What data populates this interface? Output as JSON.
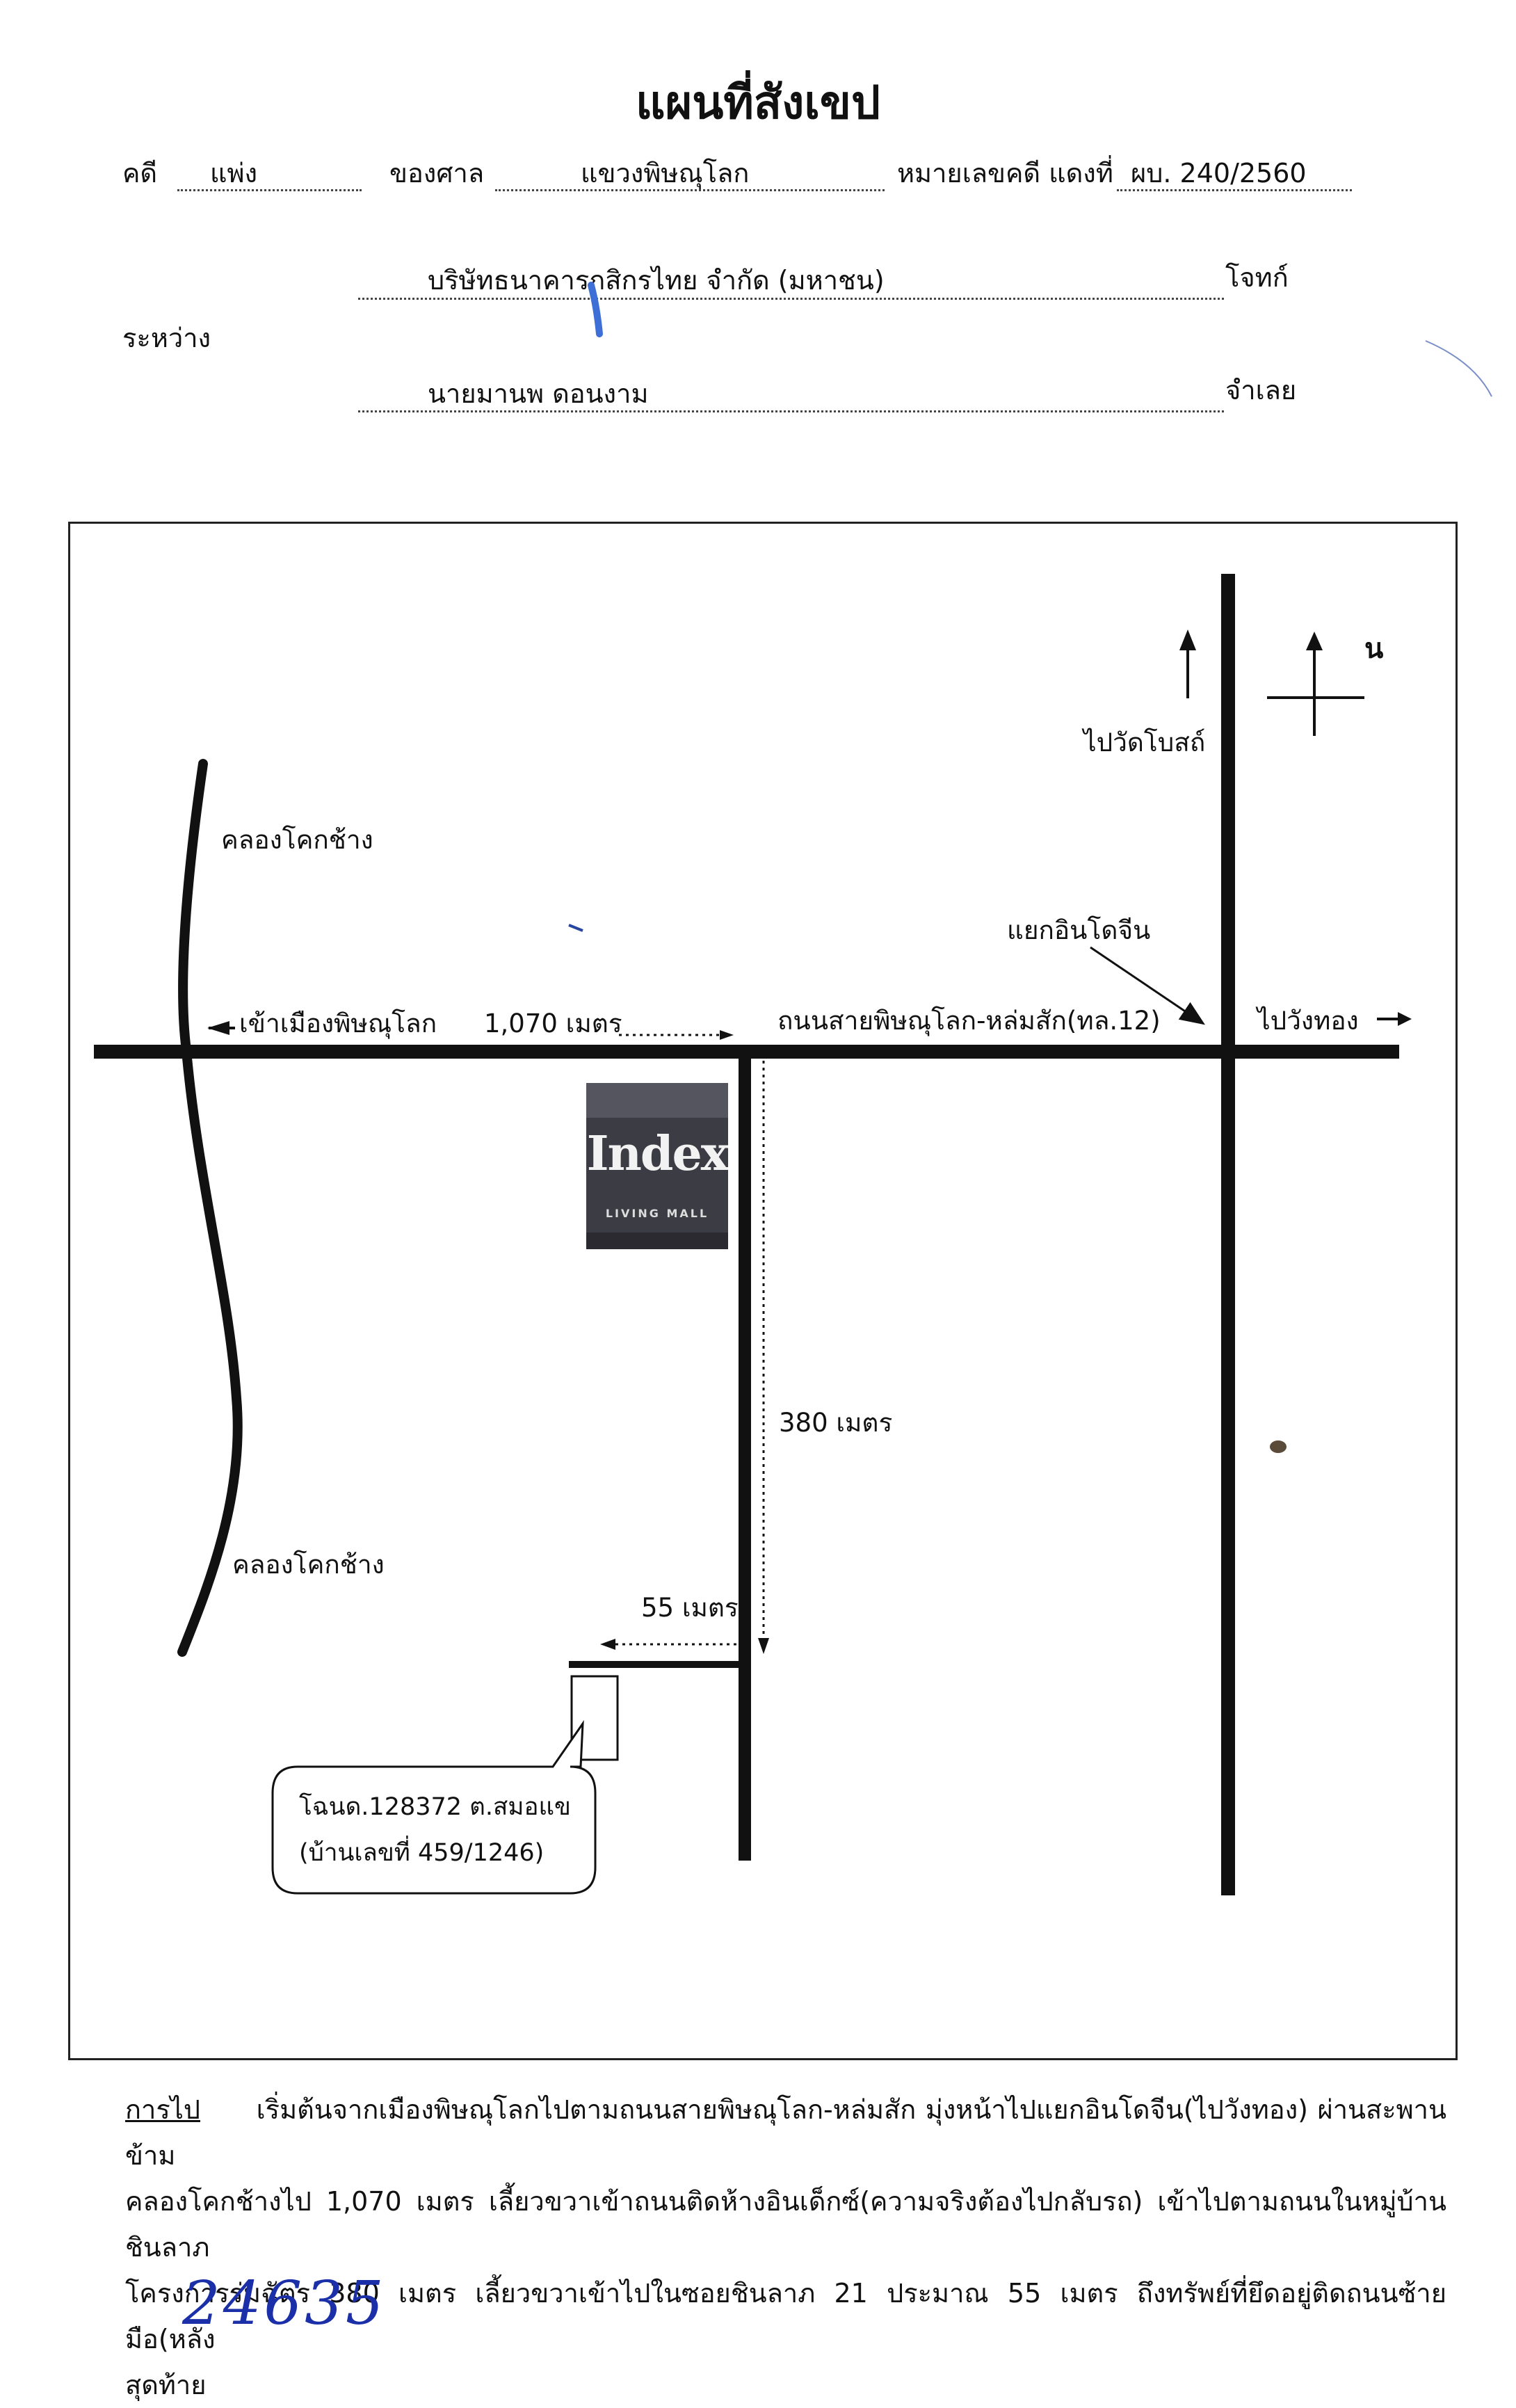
{
  "header": {
    "title": "แผนที่สังเขป",
    "case_label": "คดี",
    "case_value": "แพ่ง",
    "court_label": "ของศาล",
    "court_value": "แขวงพิษณุโลก",
    "case_no_label": "หมายเลขคดี แดงที่",
    "case_no_value": "ผบ. 240/2560",
    "between_label": "ระหว่าง",
    "plaintiff_value": "บริษัทธนาคารกสิกรไทย จำกัด (มหาชน)",
    "plaintiff_label": "โจทก์",
    "defendant_value": "นายมานพ ดอนงาม",
    "defendant_label": "จำเลย"
  },
  "map": {
    "north_label": "น",
    "to_wat_bot": "ไปวัดโบสถ์",
    "khlong_top": "คลองโคกช้าง",
    "khlong_bottom": "คลองโคกช้าง",
    "indochina_junction": "แยกอินโดจีน",
    "to_city": "เข้าเมืองพิษณุโลก",
    "dist_1070": "1,070 เมตร",
    "main_road": "ถนนสายพิษณุโลก-หล่มสัก(ทล.12)",
    "to_wang_thong": "ไปวังทอง",
    "dist_380": "380 เมตร",
    "dist_55": "55 เมตร",
    "logo_text": "Index",
    "logo_sub": "LIVING MALL",
    "deed_line1": "โฉนด.128372 ต.สมอแข",
    "deed_line2": "(บ้านเลขที่ 459/1246)"
  },
  "directions": {
    "label": "การไป",
    "text_line1": "เริ่มต้นจากเมืองพิษณุโลกไปตามถนนสายพิษณุโลก-หล่มสัก มุ่งหน้าไปแยกอินโดจีน(ไปวังทอง) ผ่านสะพานข้าม",
    "text_line2": "คลองโคกช้างไป 1,070 เมตร เลี้ยวขวาเข้าถนนติดห้างอินเด็กซ์(ความจริงต้องไปกลับรถ) เข้าไปตามถนนในหมู่บ้านชินลาภ",
    "text_line3": "โครงการร่มฉัตร 380 เมตร เลี้ยวขวาเข้าไปในซอยชินลาภ 21 ประมาณ 55 เมตร ถึงทรัพย์ที่ยึดอยู่ติดถนนซ้ายมือ(หลัง",
    "text_line4": "สุดท้าย"
  },
  "handwritten_number": "24635",
  "colors": {
    "ink": "#111111",
    "pen_blue": "#1b2fa8"
  }
}
